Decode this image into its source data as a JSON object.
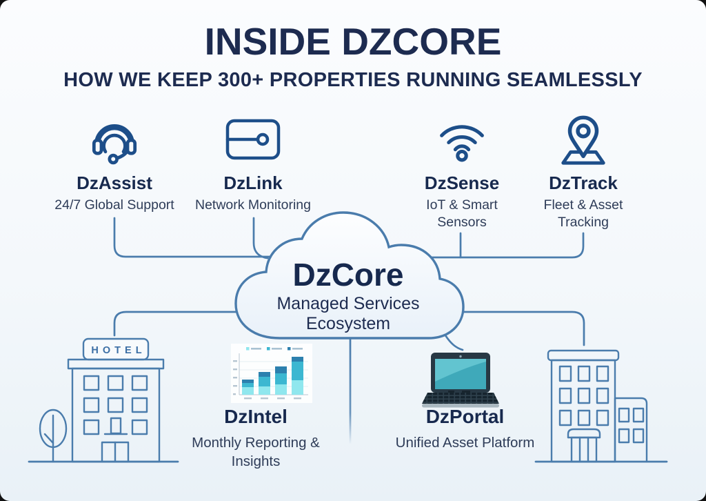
{
  "header": {
    "title": "INSIDE DZCORE",
    "subtitle": "HOW WE KEEP 300+ PROPERTIES RUNNING SEAMLESSLY"
  },
  "services": [
    {
      "name": "DzAssist",
      "desc": "24/7 Global Support",
      "icon": "headset-icon"
    },
    {
      "name": "DzLink",
      "desc": "Network Monitoring",
      "icon": "network-switch-icon"
    },
    {
      "name": "DzSense",
      "desc": "IoT & Smart Sensors",
      "icon": "wifi-icon"
    },
    {
      "name": "DzTrack",
      "desc": "Fleet & Asset Tracking",
      "icon": "map-pin-icon"
    }
  ],
  "cloud": {
    "name": "DzCore",
    "subtitle": "Managed Services Ecosystem"
  },
  "bottom": {
    "intel": {
      "name": "DzIntel",
      "desc": "Monthly Reporting & Insights",
      "icon": "bar-chart-icon"
    },
    "portal": {
      "name": "DzPortal",
      "desc": "Unified Asset Platform",
      "icon": "laptop-icon"
    }
  },
  "illustrations": {
    "hotel_sign": "HOTEL"
  },
  "colors": {
    "navy_text": "#1d2b50",
    "icon_blue": "#1d4e89",
    "line_blue": "#4a7cac",
    "cloud_fill_top": "#fdfeff",
    "cloud_fill_bottom": "#e9f1f9",
    "laptop_screen": "#3fa9ba",
    "laptop_screen_light": "#62c4d0",
    "laptop_frame": "#273844"
  },
  "chart_data": {
    "type": "bar",
    "stacked": true,
    "legend_count": 3,
    "segment_colors": [
      "#90e7ee",
      "#3cb7d1",
      "#2c80ae"
    ],
    "bars": [
      {
        "segments": [
          11,
          6,
          5
        ]
      },
      {
        "segments": [
          12,
          14,
          7
        ]
      },
      {
        "segments": [
          15,
          16,
          10
        ]
      },
      {
        "segments": [
          21,
          27,
          7
        ]
      }
    ]
  }
}
